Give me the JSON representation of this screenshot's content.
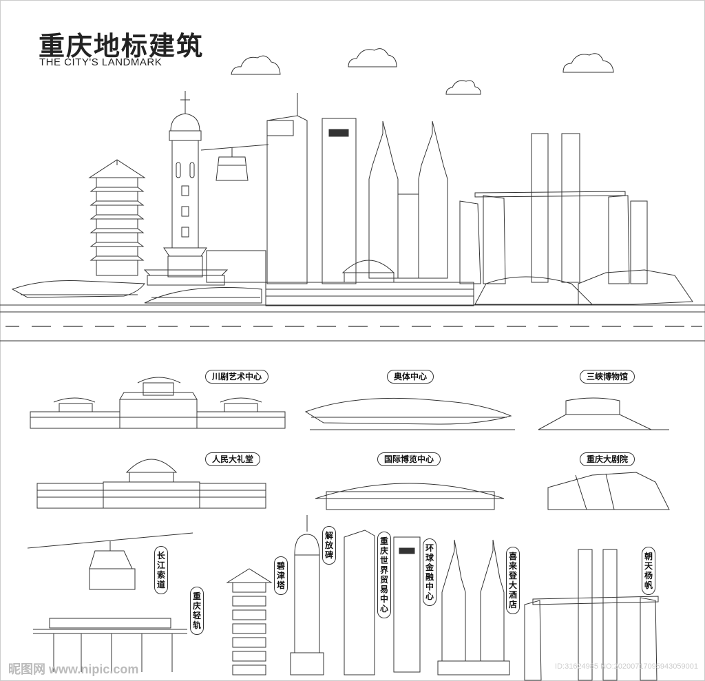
{
  "header": {
    "title": "重庆地标建筑",
    "subtitle": "THE CITY'S LANDMARK"
  },
  "labels": {
    "chuanju": "川剧艺术中心",
    "aoti": "奥体中心",
    "sanxia": "三峡博物馆",
    "renmin": "人民大礼堂",
    "guoji": "国际博览中心",
    "dajuyuan": "重庆大剧院",
    "suodao": "长江索道",
    "qinggui": "重庆轻轨",
    "bijin": "碧津塔",
    "jiefangbei": "解放碑",
    "shimao": "重庆世界贸易中心",
    "huanqiu": "环球金融中心",
    "xilaideng": "喜来登大酒店",
    "chaotian": "朝天杨帆"
  },
  "watermark": {
    "left": "昵图网 www.nipic.com",
    "right": "ID:31624985 NO:20200717095943059001"
  },
  "colors": {
    "line": "#333333",
    "background": "#ffffff"
  }
}
